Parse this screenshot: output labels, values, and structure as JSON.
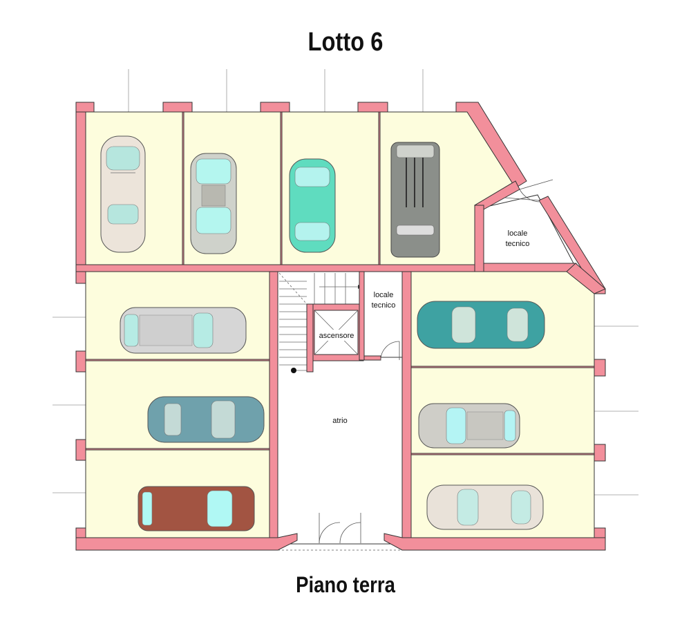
{
  "title": "Lotto 6",
  "subtitle": "Piano terra",
  "rooms": {
    "locale_tecnico_right": [
      "locale",
      "tecnico"
    ],
    "locale_tecnico_center": [
      "locale",
      "tecnico"
    ],
    "ascensore": "ascensore",
    "atrio": "atrio"
  },
  "colors": {
    "wall": "#f28f9b",
    "wall_stroke": "#333333",
    "parking_floor": "#fdfddd",
    "corridor_floor": "#ffffff"
  },
  "cars": [
    {
      "id": "car-1",
      "body": "#ece4da",
      "glass": "#b6e6de"
    },
    {
      "id": "car-2",
      "body": "#cfd2cb",
      "glass": "#b4f6ef"
    },
    {
      "id": "car-3",
      "body": "#5fdcbf",
      "glass": "#b4f3ee"
    },
    {
      "id": "car-4",
      "body": "#8b8f8a",
      "glass": "#cfd2cc"
    },
    {
      "id": "car-5",
      "body": "#d6d6d6",
      "glass": "#b6ebe4"
    },
    {
      "id": "car-6",
      "body": "#6fa1ac",
      "glass": "#c4dad6"
    },
    {
      "id": "car-7",
      "body": "#a25442",
      "glass": "#b0f8f4"
    },
    {
      "id": "car-8",
      "body": "#3ea2a2",
      "glass": "#cfe4da"
    },
    {
      "id": "car-9",
      "body": "#cfcec8",
      "glass": "#b4f4f4"
    },
    {
      "id": "car-10",
      "body": "#e9e2d9",
      "glass": "#c4ebe4"
    }
  ]
}
